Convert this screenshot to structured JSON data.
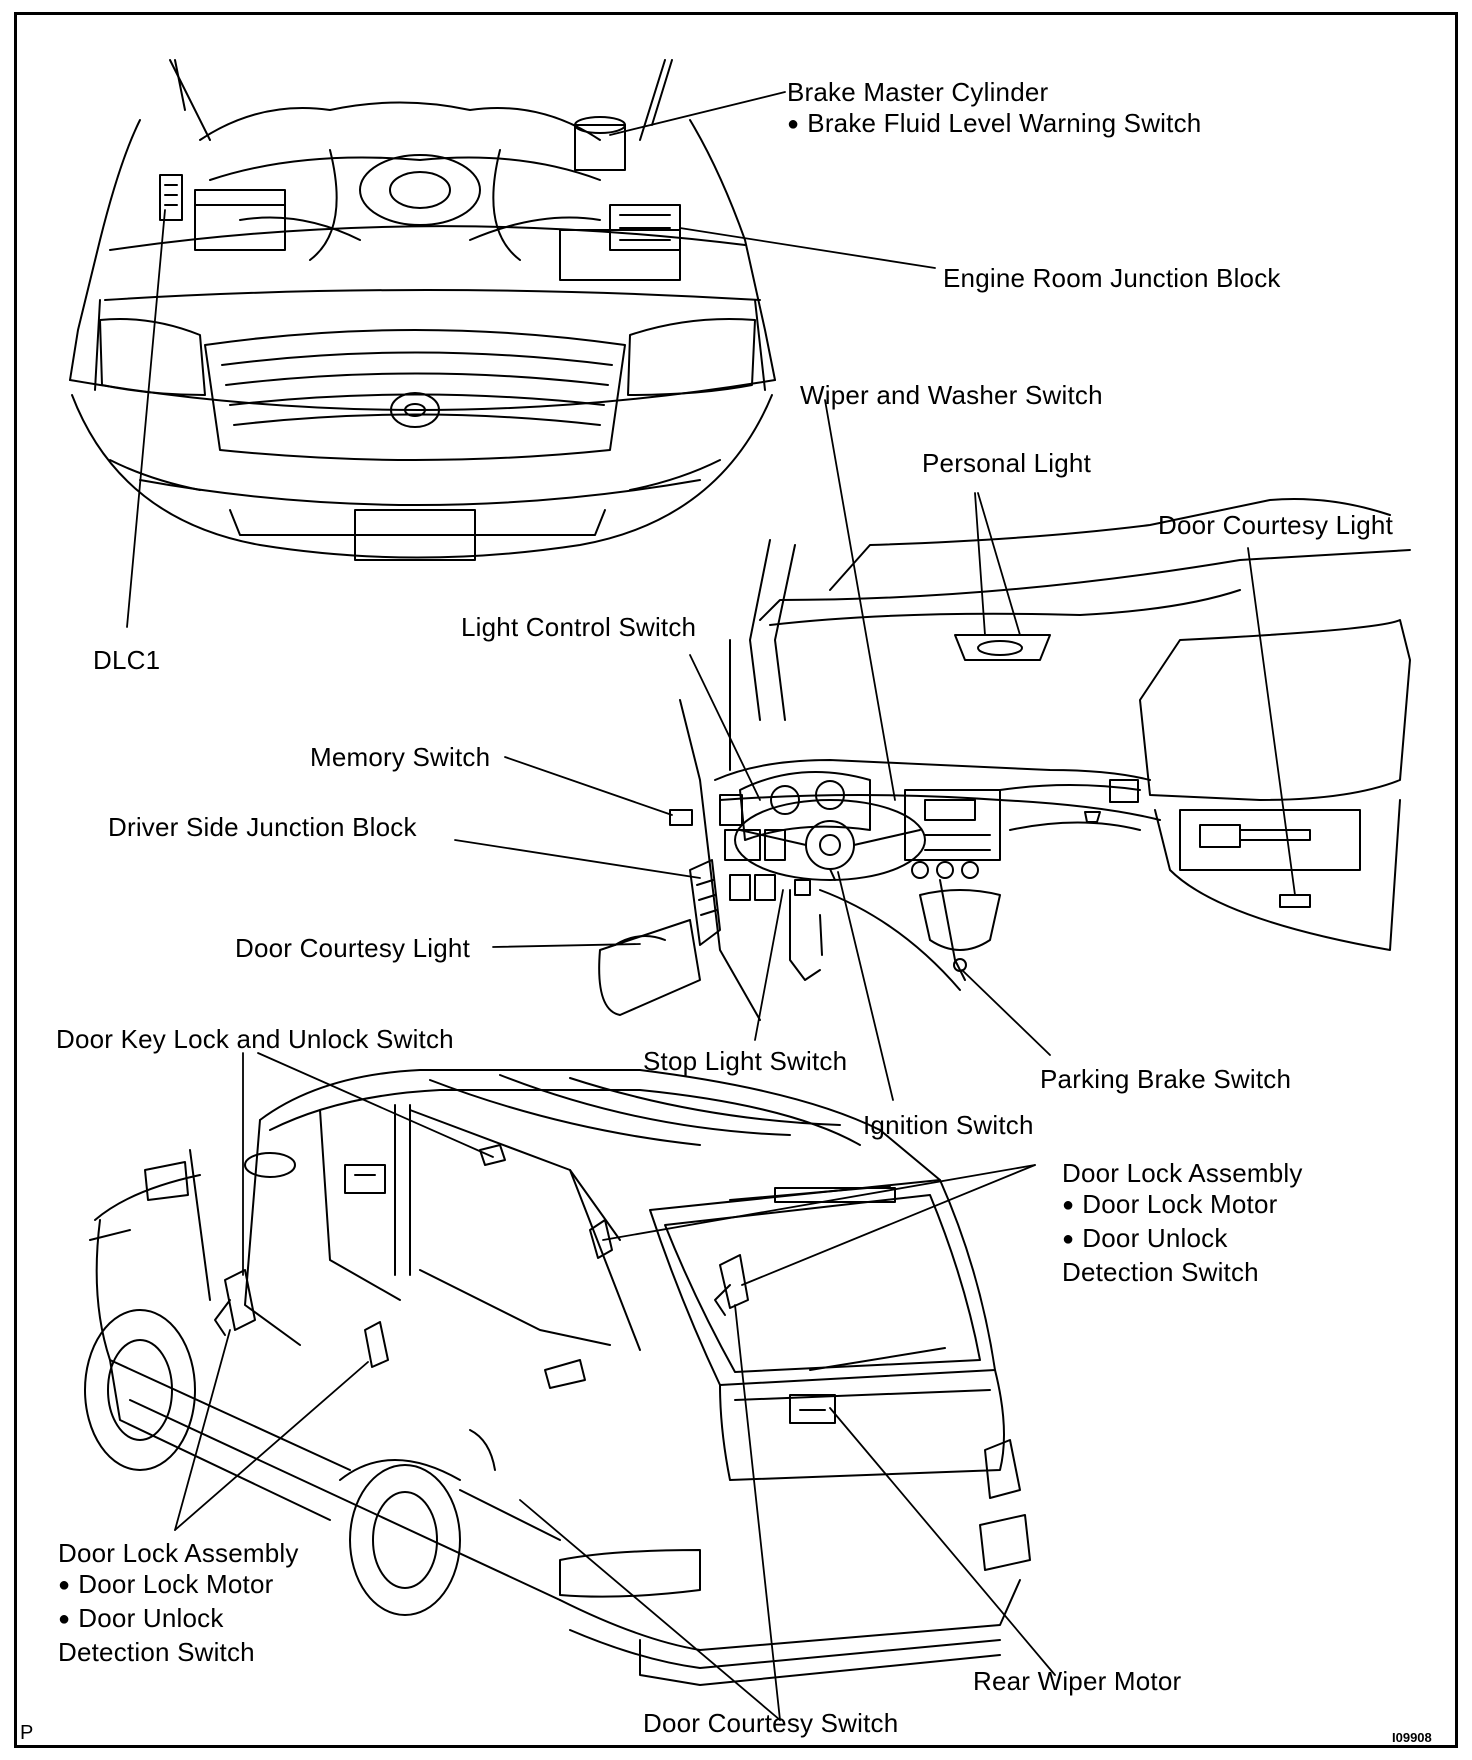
{
  "labels": {
    "brake_master_cylinder": "Brake Master Cylinder",
    "brake_fluid_level_warning_switch": "Brake Fluid Level Warning Switch",
    "engine_room_junction_block": "Engine Room Junction Block",
    "wiper_washer_switch": "Wiper and Washer Switch",
    "personal_light": "Personal Light",
    "door_courtesy_light_right": "Door Courtesy Light",
    "light_control_switch": "Light Control Switch",
    "dlc1": "DLC1",
    "memory_switch": "Memory Switch",
    "driver_side_junction_block": "Driver Side Junction Block",
    "door_courtesy_light_left": "Door Courtesy Light",
    "door_key_lock_switch": "Door Key Lock and Unlock Switch",
    "stop_light_switch": "Stop Light Switch",
    "parking_brake_switch": "Parking Brake Switch",
    "ignition_switch": "Ignition Switch",
    "door_lock_assembly_right": {
      "title": "Door Lock Assembly",
      "items": [
        "Door Lock Motor",
        "Door Unlock"
      ],
      "tail": "Detection Switch"
    },
    "door_lock_assembly_left": {
      "title": "Door Lock Assembly",
      "items": [
        "Door Lock Motor",
        "Door Unlock"
      ],
      "tail": "Detection Switch"
    },
    "rear_wiper_motor": "Rear Wiper Motor",
    "door_courtesy_switch": "Door Courtesy Switch"
  },
  "corner_mark": "P",
  "figure_code": "I09908"
}
